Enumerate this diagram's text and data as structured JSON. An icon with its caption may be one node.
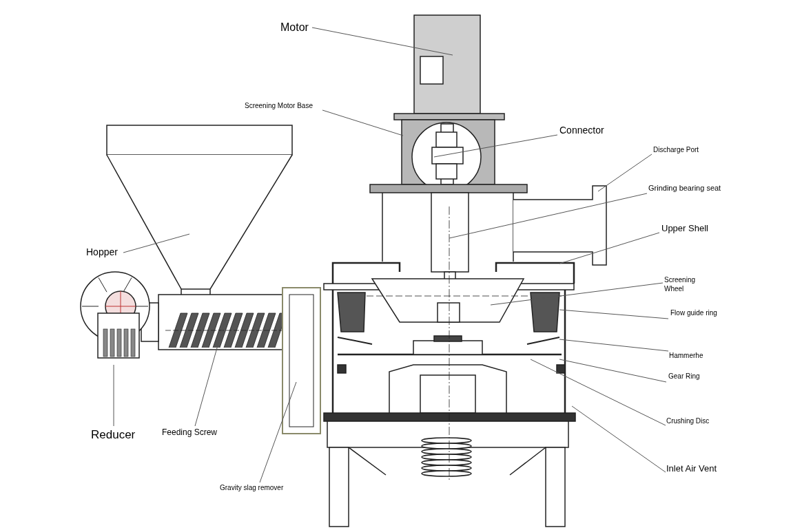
{
  "diagram": {
    "nodes": [
      {
        "text": [
          "Motor"
        ]
      },
      {
        "text": [
          "Screening Motor Base"
        ]
      },
      {
        "text": [
          "Connector"
        ]
      },
      {
        "text": [
          "Discharge Port"
        ]
      },
      {
        "text": [
          "Grinding bearing seat"
        ]
      },
      {
        "text": [
          "Upper Shell"
        ]
      },
      {
        "text": [
          "Hopper"
        ]
      },
      {
        "text": [
          "Screening Wheel"
        ]
      },
      {
        "text": [
          "Flow guide ring"
        ]
      },
      {
        "text": [
          "Hammerhe"
        ]
      },
      {
        "text": [
          "Gear Ring"
        ]
      },
      {
        "text": [
          "Crushing Disc"
        ]
      },
      {
        "text": [
          "Inlet Air Vent"
        ]
      },
      {
        "text": [
          "Reducer"
        ]
      },
      {
        "text": [
          "Feeding Screw"
        ]
      },
      {
        "text": [
          "Gravity slag remover"
        ]
      }
    ],
    "edges": [
      {
        "from": 0,
        "to": null,
        "arrow": "none"
      },
      {
        "from": 1,
        "to": null,
        "arrow": "none"
      },
      {
        "from": 2,
        "to": null,
        "arrow": "none"
      },
      {
        "from": 3,
        "to": null,
        "arrow": "none"
      },
      {
        "from": 4,
        "to": null,
        "arrow": "none"
      },
      {
        "from": 5,
        "to": null,
        "arrow": "none"
      },
      {
        "from": 6,
        "to": null,
        "arrow": "none"
      },
      {
        "from": 7,
        "to": null,
        "arrow": "none"
      },
      {
        "from": 8,
        "to": null,
        "arrow": "none"
      },
      {
        "from": 9,
        "to": null,
        "arrow": "none"
      },
      {
        "from": 10,
        "to": null,
        "arrow": "none"
      },
      {
        "from": 11,
        "to": null,
        "arrow": "none"
      },
      {
        "from": 12,
        "to": null,
        "arrow": "none"
      },
      {
        "from": 13,
        "to": null,
        "arrow": "none"
      },
      {
        "from": 14,
        "to": null,
        "arrow": "none"
      },
      {
        "from": 15,
        "to": null,
        "arrow": "none"
      }
    ]
  }
}
